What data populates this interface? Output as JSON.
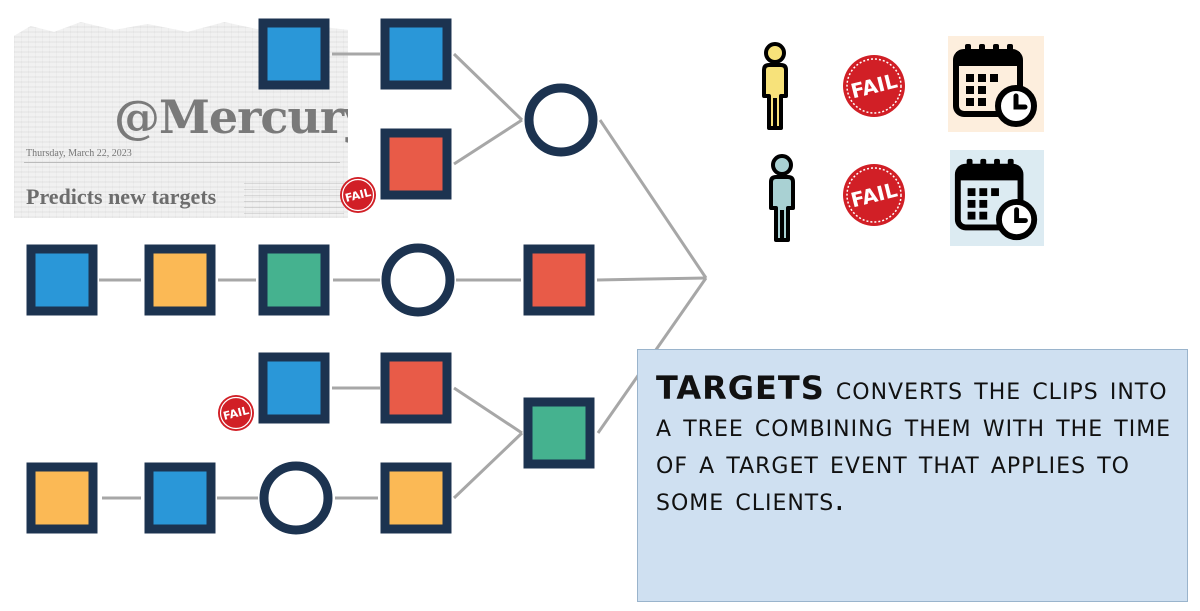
{
  "newspaper": {
    "masthead": "@Mercury",
    "dateline": "Thursday, March 22, 2023",
    "headline": "Predicts new targets"
  },
  "badges": {
    "fail": "FAIL"
  },
  "legend": {
    "row1": {
      "person_color": "#f7e27a",
      "calendar_bg": "#fdeedd"
    },
    "row2": {
      "person_color": "#a9d1d3",
      "calendar_bg": "#dcebf2"
    }
  },
  "description": {
    "keyword": "TARGETS",
    "text": " converts the clips into a tree combining them with the time of a target event that applies to some clients."
  },
  "colors": {
    "navy": "#1c3350",
    "blue": "#2a97d8",
    "red": "#e85b48",
    "yellow": "#fbb955",
    "green": "#45b28f",
    "fail_red": "#d11f26",
    "line": "#a7a7a7"
  }
}
